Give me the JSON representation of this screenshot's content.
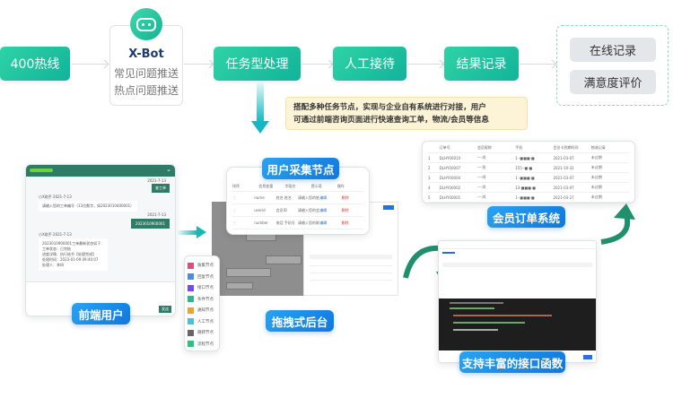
{
  "flow": {
    "hotline": "400热线",
    "xbot": {
      "title": "X-Bot",
      "lines": [
        "常见问题推送",
        "热点问题推送"
      ]
    },
    "task": "任务型处理",
    "human": "人工接待",
    "result": "结果记录",
    "outputs": [
      "在线记录",
      "满意度评价"
    ]
  },
  "note": {
    "lines": [
      "搭配多种任务节点，实现与企业自有系统进行对接，用户",
      "可通过前端咨询页面进行快速查询工单，物流/会员等信息"
    ]
  },
  "labels": {
    "frontend": "前端用户",
    "collect": "用户采集节点",
    "backend": "拖拽式后台",
    "member": "会员订单系统",
    "api": "支持丰富的接口函数"
  },
  "chat": {
    "messages": [
      {
        "side": "right",
        "time": "2021-7-13",
        "text": "查工单"
      },
      {
        "side": "left",
        "name": "小X助手",
        "time": "2021-7-13",
        "text": "请输入您的工单编号（13位数字，如2023010400001）"
      },
      {
        "side": "right",
        "time": "2021-7-13",
        "text": "2023010900001"
      },
      {
        "side": "left",
        "name": "小X助手",
        "time": "2021-7-13",
        "text": "2023010900001工单最新状态如下：\n工单状态：已完结\n进度详情：执行结节【处理完成】\n处理时间：2023-01-09 09:40:07\n处理人：李四"
      }
    ],
    "send": "发送"
  },
  "collect_table": {
    "headers": [
      "排序",
      "信息变量",
      "字段名",
      "提示语",
      "操作"
    ],
    "rows": [
      [
        "⋮",
        "name",
        "姓名 姓名",
        "请输入您的姓名...",
        "编辑",
        "删除"
      ],
      [
        "⋮",
        "userid",
        "会员ID",
        "请输入您的会...",
        "编辑",
        "删除"
      ],
      [
        "⋮",
        "number",
        "电话 手机号",
        "请输入您的联...",
        "编辑",
        "删除"
      ]
    ]
  },
  "palette": [
    "收集节点",
    "回复节点",
    "接口节点",
    "条件节点",
    "通知节点",
    "人工节点",
    "跳转节点",
    "流程节点"
  ],
  "member_table": {
    "headers": [
      "订单号",
      "会员昵称",
      "手机",
      "会员卡到期时间",
      "物流记录"
    ],
    "rows": [
      [
        "1",
        "DLHY00010",
        "—·鸿",
        "1··■■■·■",
        "2021-03-07",
        "未过期"
      ],
      [
        "2",
        "DLHY00007",
        "—·贤",
        "155··■·■",
        "2021-10-31",
        "未过期"
      ],
      [
        "3",
        "DLHY00004",
        "—·鸿",
        "1··■■■·■",
        "2021-03-07",
        "未过期"
      ],
      [
        "4",
        "DLHY00002",
        "—·鸿",
        "13·■■■·■",
        "2021-03-07",
        "未过期"
      ],
      [
        "5",
        "DLHY00001",
        "—·鸿",
        "1··■■■·■",
        "2021-03-27",
        "未过期"
      ]
    ]
  },
  "colors": {
    "teal": "#17b79c",
    "blue": "#1a86e4",
    "note_bg": "#fdf3d6",
    "code_bg": "#1e1e1e"
  }
}
